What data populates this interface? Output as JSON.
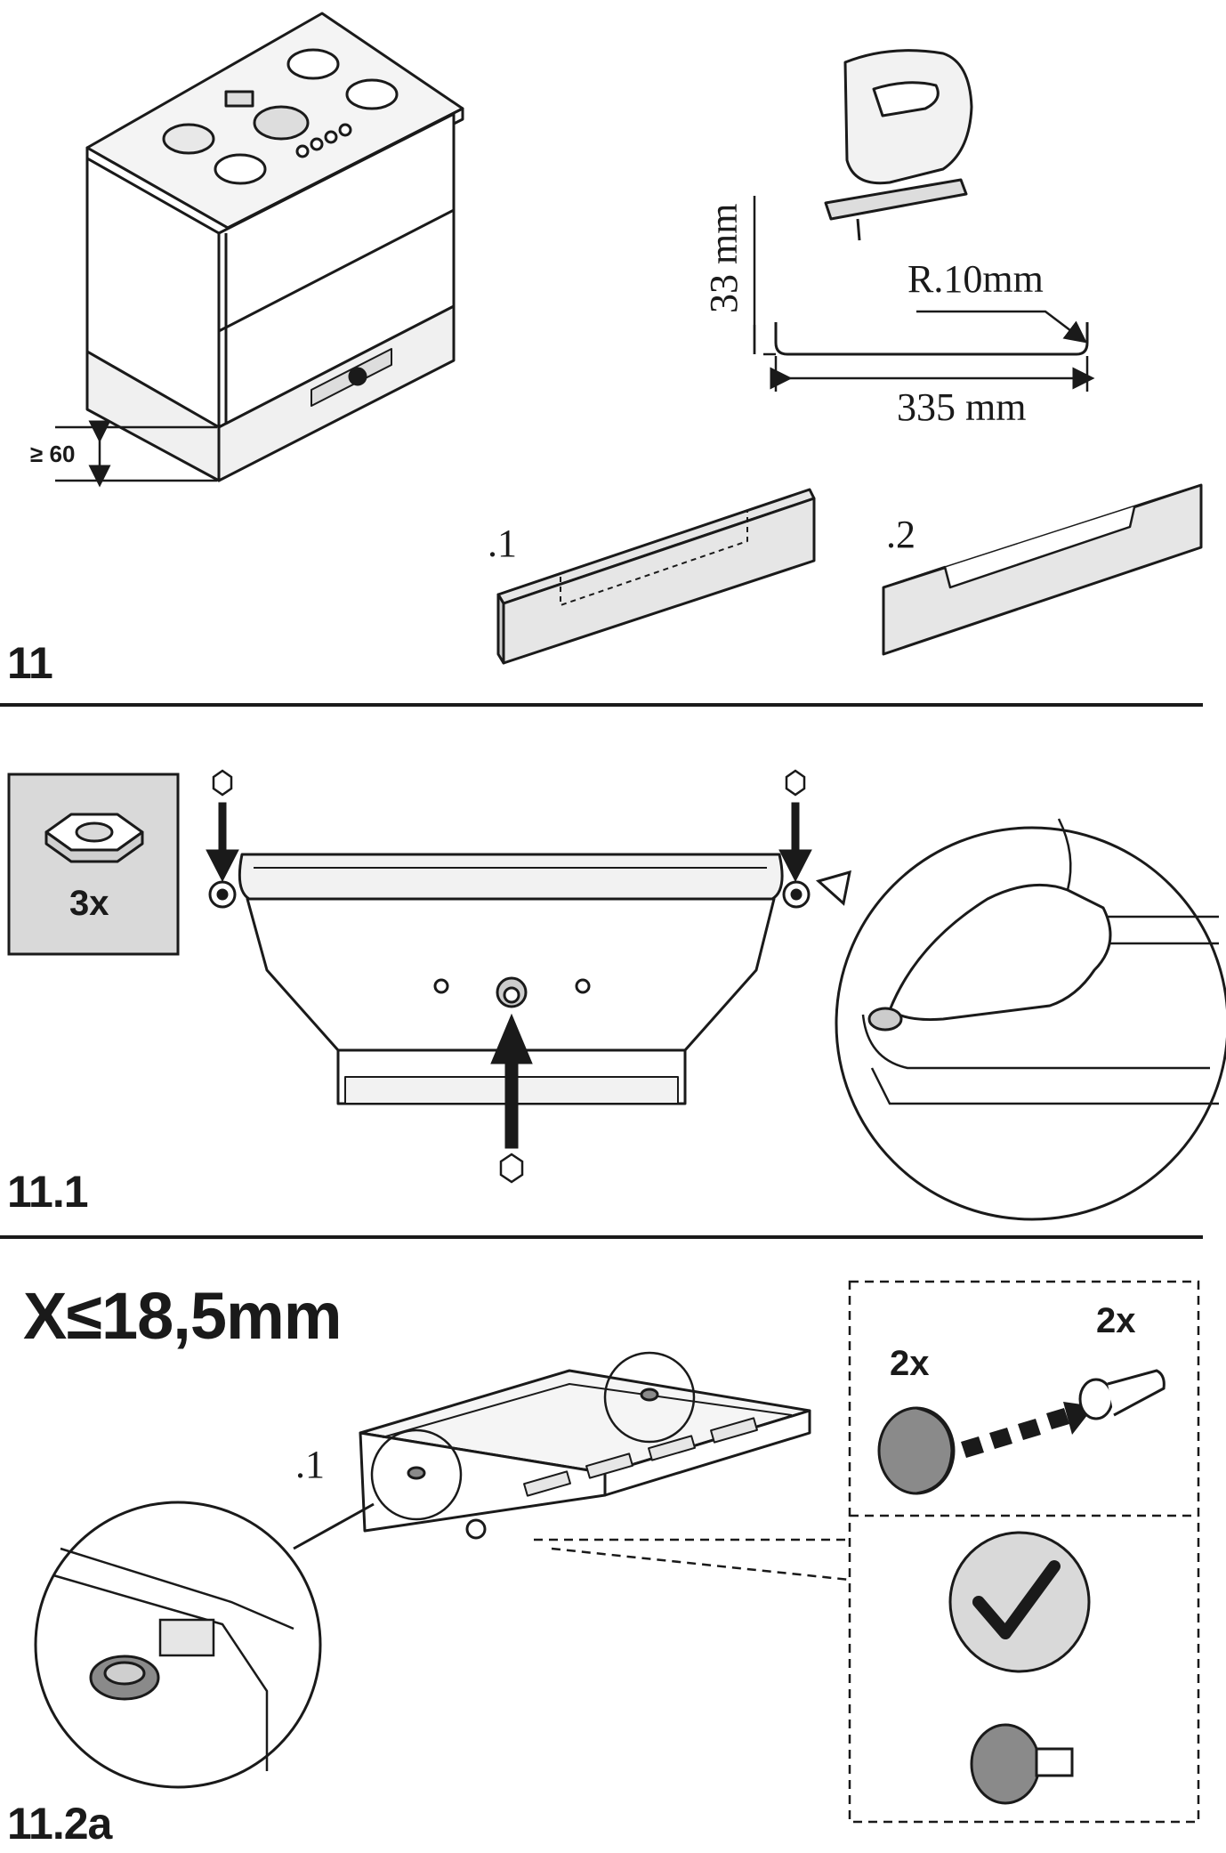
{
  "section_11": {
    "step_label": "11",
    "min_height_label": "≥ 60",
    "dim_height": "33 mm",
    "dim_radius": "R.10mm",
    "dim_width": "335 mm",
    "variant_1": ".1",
    "variant_2": ".2"
  },
  "section_11_1": {
    "step_label": "11.1",
    "nut_count": "3x"
  },
  "section_11_2a": {
    "step_label": "11.2a",
    "thickness_rule": "X≤18,5mm",
    "part_label": ".1",
    "cap_count": "2x",
    "screw_count": "2x"
  },
  "icons": [
    "hex-nut-icon",
    "down-arrow-icon",
    "up-arrow-icon",
    "checkmark-icon",
    "screw-icon",
    "cap-icon"
  ],
  "colors": {
    "line": "#1a1a1a",
    "fill_grey": "#e6e6e6",
    "mid_grey": "#8a8a8a",
    "box_grey": "#d9d9d9"
  }
}
